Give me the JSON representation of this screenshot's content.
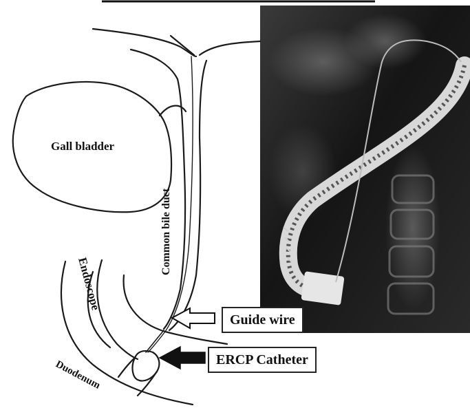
{
  "labels": {
    "gall_bladder": "Gall bladder",
    "common_bile_duct": "Common bile duct",
    "endoscope": "Endoscope",
    "duodenum": "Duodenum",
    "guide_wire": "Guide wire",
    "ercp_catheter": "ERCP Catheter"
  },
  "icons": {
    "guide_wire_pointer": "hollow-arrow-left-icon",
    "ercp_pointer": "solid-arrow-left-icon"
  },
  "colors": {
    "line": "#1a1a1a",
    "xray_background": "#1c1c1c"
  }
}
